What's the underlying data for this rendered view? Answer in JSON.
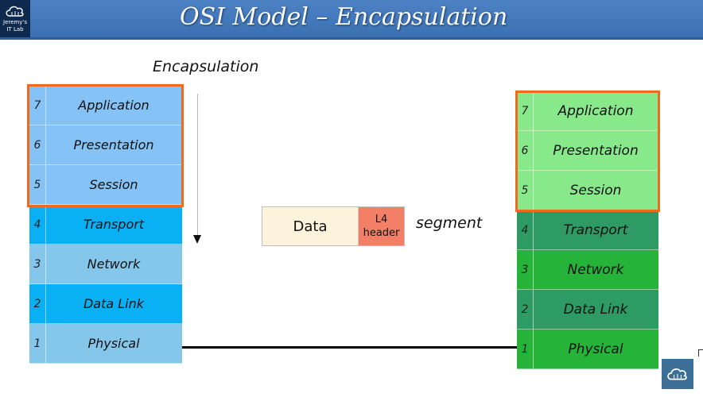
{
  "slide": {
    "title": "OSI Model – Encapsulation",
    "logo_text_line1": "Jeremy's",
    "logo_text_line2": "IT Lab",
    "encapsulation_label": "Encapsulation"
  },
  "left_stack": {
    "layers": [
      {
        "num": "7",
        "name": "Application"
      },
      {
        "num": "6",
        "name": "Presentation"
      },
      {
        "num": "5",
        "name": "Session"
      },
      {
        "num": "4",
        "name": "Transport"
      },
      {
        "num": "3",
        "name": "Network"
      },
      {
        "num": "2",
        "name": "Data Link"
      },
      {
        "num": "1",
        "name": "Physical"
      }
    ]
  },
  "right_stack": {
    "layers": [
      {
        "num": "7",
        "name": "Application"
      },
      {
        "num": "6",
        "name": "Presentation"
      },
      {
        "num": "5",
        "name": "Session"
      },
      {
        "num": "4",
        "name": "Transport"
      },
      {
        "num": "3",
        "name": "Network"
      },
      {
        "num": "2",
        "name": "Data Link"
      },
      {
        "num": "1",
        "name": "Physical"
      }
    ]
  },
  "pdu": {
    "data_label": "Data",
    "header_line1": "L4",
    "header_line2": "header",
    "name": "segment"
  },
  "colors": {
    "highlight": "#ee6a1e",
    "title_bar": "#3f75b8"
  },
  "icons": {
    "logo": "cloud-circuit-icon",
    "corner_logo": "cloud-circuit-icon"
  }
}
